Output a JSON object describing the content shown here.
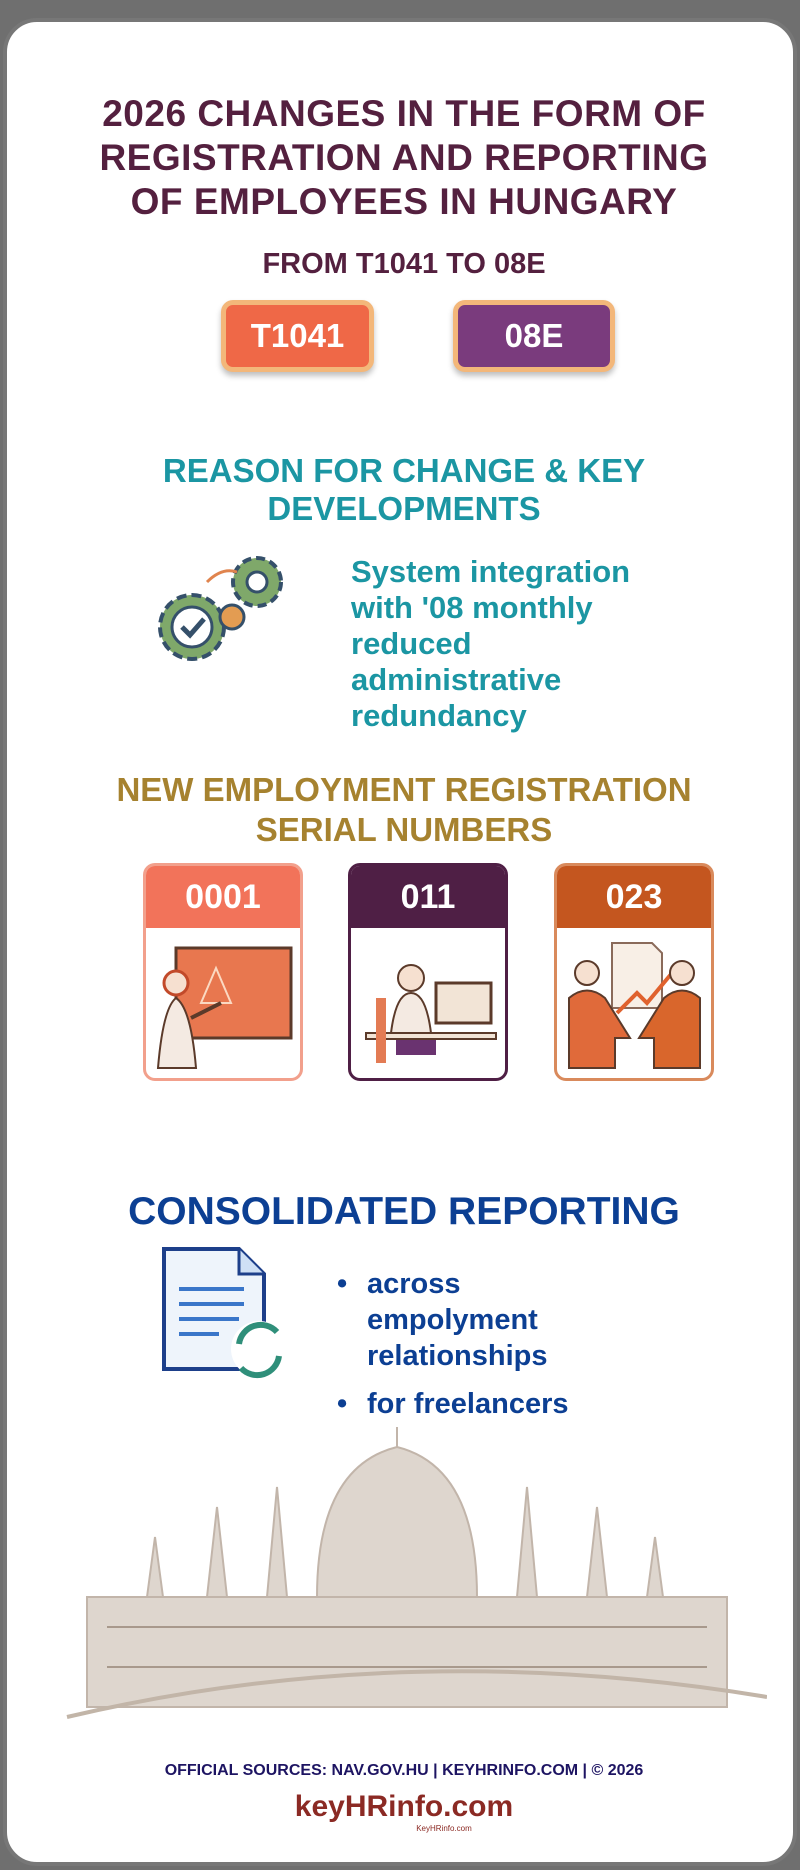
{
  "title": {
    "lines": [
      "2026 CHANGES IN THE FORM OF",
      "REGISTRATION AND REPORTING",
      "OF EMPLOYEES IN HUNGARY"
    ],
    "subtitle": "FROM T1041 TO 08E"
  },
  "badges": {
    "old": "T1041",
    "new": "08E"
  },
  "reason": {
    "heading_lines": [
      "REASON FOR CHANGE & KEY",
      "DEVELOPMENTS"
    ],
    "text_lines": [
      "System integration",
      "with '08 monthly",
      "reduced",
      "administrative",
      "redundancy"
    ],
    "icon": "gears-check-icon"
  },
  "serials": {
    "heading_lines": [
      "NEW EMPLOYMENT REGISTRATION",
      "SERIAL NUMBERS"
    ],
    "cards": [
      {
        "code": "0001",
        "color": "#f2735a",
        "icon": "teacher-icon"
      },
      {
        "code": "011",
        "color": "#4f1f45",
        "icon": "office-worker-icon"
      },
      {
        "code": "023",
        "color": "#c4561f",
        "icon": "handshake-icon"
      }
    ]
  },
  "consolidated": {
    "heading": "CONSOLIDATED REPORTING",
    "bullets": [
      "across empolyment relationships",
      "for freelancers"
    ],
    "icon": "document-sync-icon"
  },
  "footer": {
    "sources": "OFFICIAL SOURCES: NAV.GOV.HU | KEYHRINFO.COM | © 2026",
    "logo": "keyHRinfo.com",
    "logo_sub": "KeyHRinfo.com"
  },
  "colors": {
    "title": "#54203f",
    "teal": "#1b96a3",
    "gold": "#a6822f",
    "navy": "#0c3f93"
  }
}
